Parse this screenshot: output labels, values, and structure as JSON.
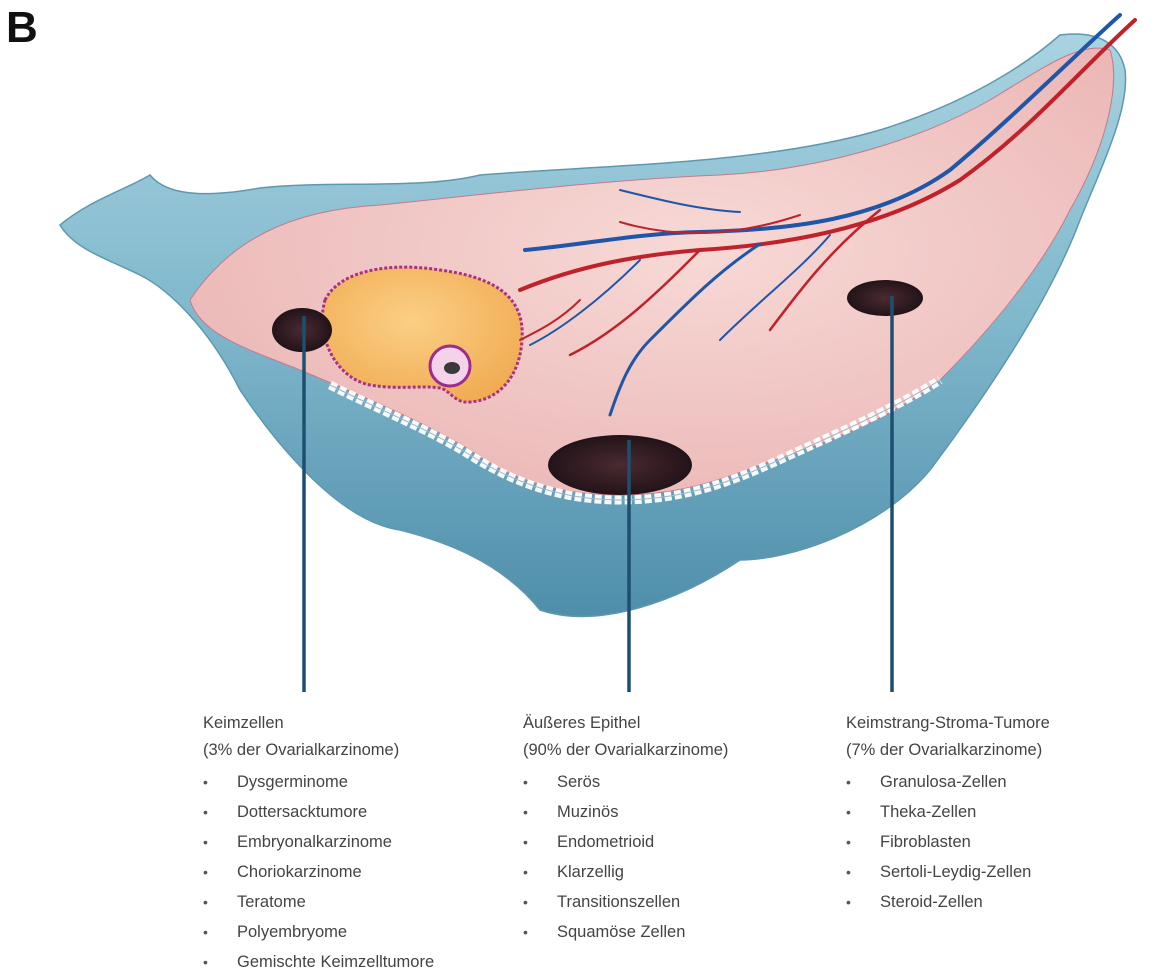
{
  "panel_letter": "B",
  "colors": {
    "stroma": "#f2c9c6",
    "capsule": "#7fb7cc",
    "follicle": "#f5b862",
    "artery": "#c0222b",
    "vein": "#1f56a8",
    "tumor": "#2b1820",
    "leader_line": "#1d4f70"
  },
  "groups": [
    {
      "title": "Keimzellen",
      "subtitle": "(3% der Ovarialkarzinome)",
      "items": [
        "Dysgerminome",
        "Dottersacktumore",
        "Embryonalkarzinome",
        "Choriokarzinome",
        "Teratome",
        "Polyembryome",
        "Gemischte Keimzelltumore"
      ]
    },
    {
      "title": "Äußeres Epithel",
      "subtitle": "(90% der Ovarialkarzinome)",
      "items": [
        "Serös",
        "Muzinös",
        "Endometrioid",
        "Klarzellig",
        "Transitionszellen",
        "Squamöse Zellen"
      ]
    },
    {
      "title": "Keimstrang-Stroma-Tumore",
      "subtitle": "(7% der Ovarialkarzinome)",
      "items": [
        "Granulosa-Zellen",
        "Theka-Zellen",
        "Fibroblasten",
        "Sertoli-Leydig-Zellen",
        "Steroid-Zellen"
      ]
    }
  ],
  "bullet_symbol": "•"
}
